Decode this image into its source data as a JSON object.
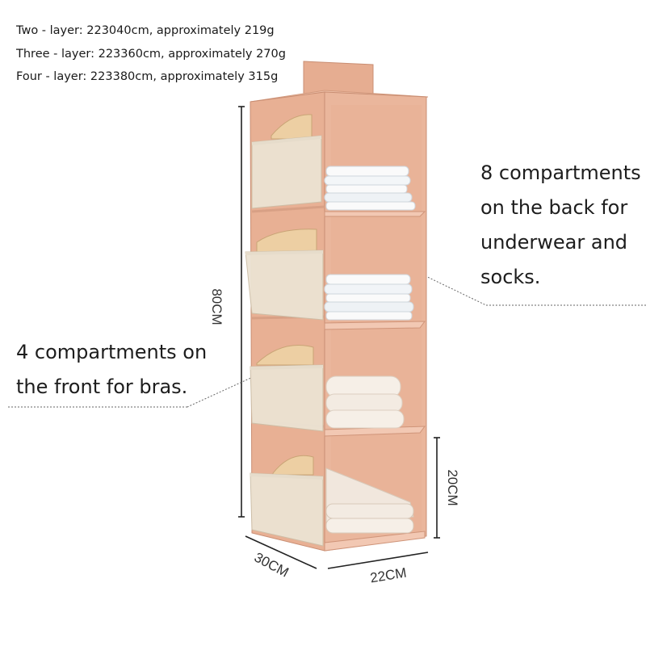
{
  "specs": {
    "two_layer": "Two - layer: 223040cm, approximately 219g",
    "three_layer": "Three - layer: 223360cm, approximately 270g",
    "four_layer": "Four - layer: 223380cm, approximately 315g"
  },
  "callouts": {
    "back": [
      "8 compartments",
      "on the back for",
      "underwear and",
      "socks."
    ],
    "front": [
      "4 compartments on",
      "the front for bras."
    ]
  },
  "dimensions": {
    "height": "80CM",
    "shelf_height": "20CM",
    "depth": "30CM",
    "width": "22CM"
  },
  "colors": {
    "organizer": "#e9b196",
    "mesh": "#ece3d3",
    "towel": "#f3ebe2"
  }
}
